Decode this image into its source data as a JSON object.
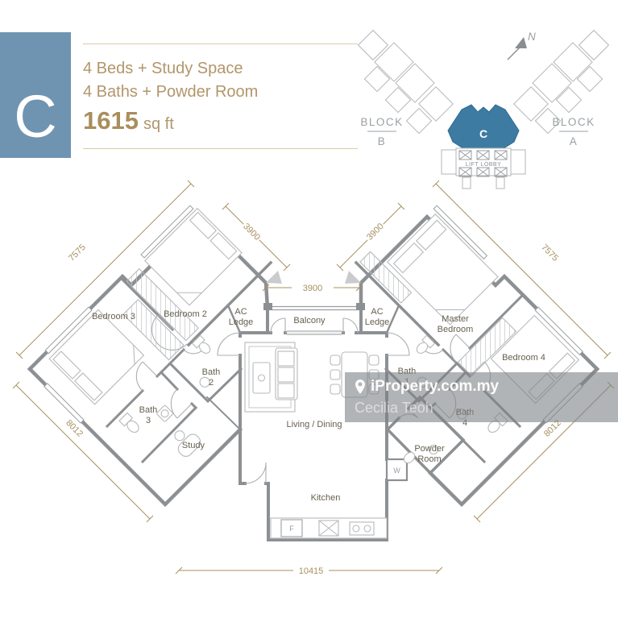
{
  "header": {
    "unit_letter": "C",
    "spec_line1": "4 Beds + Study Space",
    "spec_line2": "4 Baths + Powder Room",
    "area_value": "1615",
    "area_unit": "sq ft",
    "badge_color": "#6f94b1",
    "text_color": "#b2966b"
  },
  "site_plan": {
    "north_label": "N",
    "block_left_word": "BLOCK",
    "block_left_letter": "B",
    "block_right_word": "BLOCK",
    "block_right_letter": "A",
    "unit_marker": "C",
    "lift_lobby_label": "LIFT LOBBY",
    "unit_highlight_color": "#3e7ba3"
  },
  "floor_plan": {
    "rooms": {
      "bedroom3": "Bedroom 3",
      "bedroom2": "Bedroom 2",
      "bath2_l1": "Bath",
      "bath2_l2": "2",
      "bath3_l1": "Bath",
      "bath3_l2": "3",
      "study": "Study",
      "ac_ledge_left_l1": "AC",
      "ac_ledge_left_l2": "Ledge",
      "balcony": "Balcony",
      "ac_ledge_right_l1": "AC",
      "ac_ledge_right_l2": "Ledge",
      "living_dining": "Living / Dining",
      "kitchen": "Kitchen",
      "master_l1": "Master",
      "master_l2": "Bedroom",
      "bedroom4": "Bedroom 4",
      "bath1_l1": "Bath",
      "bath1_l2": "1",
      "bath4_l1": "Bath",
      "bath4_l2": "4",
      "powder_l1": "Powder",
      "powder_l2": "Room",
      "washer": "W",
      "fridge": "F"
    },
    "dimensions": {
      "upper_left": "7575",
      "upper_right": "7575",
      "diag_left": "3900",
      "diag_right": "3900",
      "balcony_width": "3900",
      "lower_left": "8012",
      "lower_right": "8012",
      "overall_bottom": "10415"
    },
    "wall_color": "#8d9093",
    "dim_color": "#a79060",
    "label_color": "#67604f"
  },
  "watermark": {
    "brand": "iProperty.com.my",
    "agent": "Cecilia Teoh"
  }
}
